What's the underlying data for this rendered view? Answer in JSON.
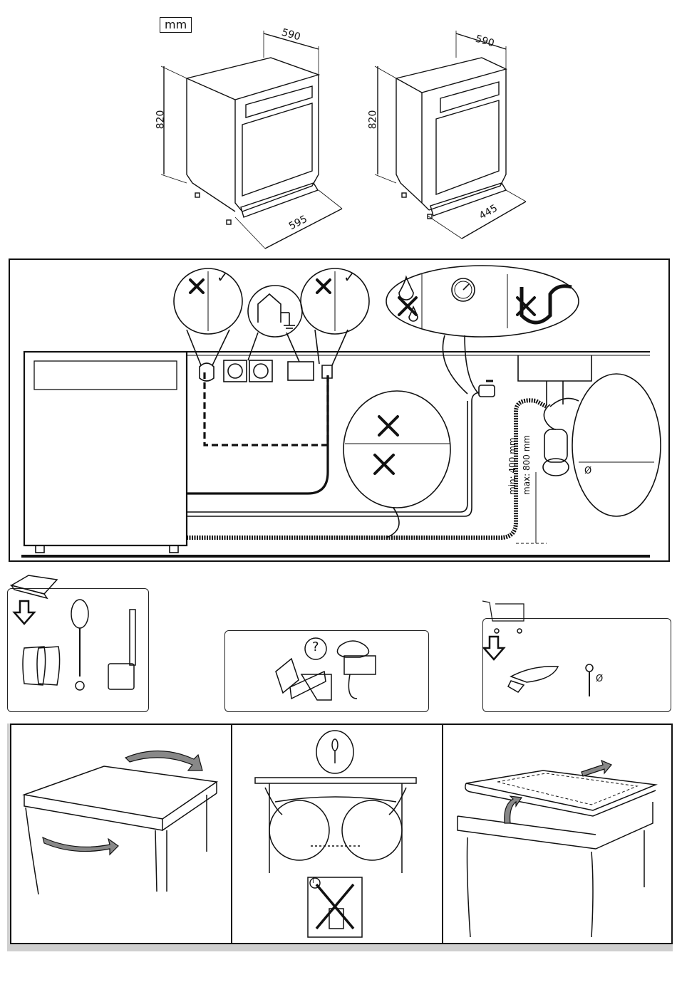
{
  "units": "mm",
  "appliance_dimensions": [
    {
      "width": "590",
      "height": "820",
      "depth": "595"
    },
    {
      "width": "590",
      "height": "820",
      "depth": "445"
    }
  ],
  "drain_height": {
    "min": "min: 400 mm",
    "max": "max: 800 mm"
  },
  "symbols": {
    "forbidden": "✕",
    "allowed": "✓",
    "question": "?",
    "info": "i",
    "diameter": "Ø"
  }
}
